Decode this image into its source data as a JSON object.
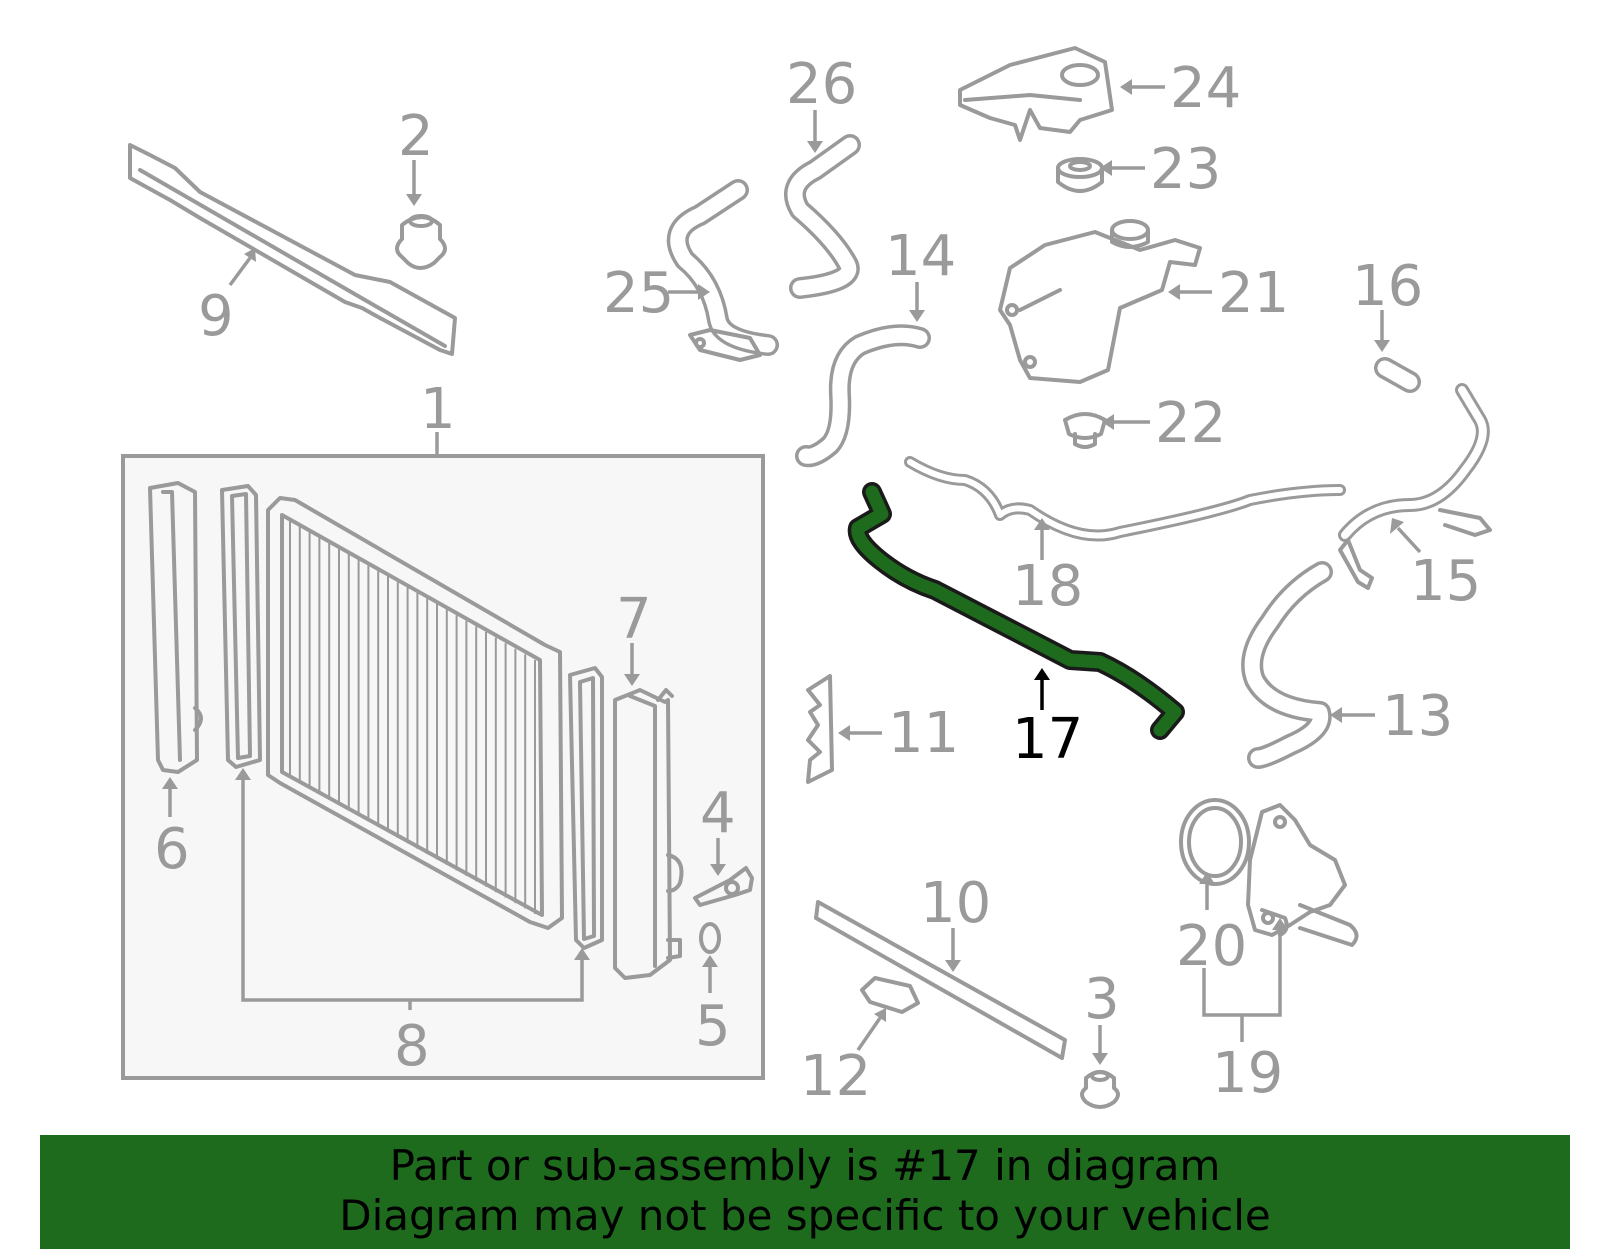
{
  "labels": {
    "p1": "1",
    "p2": "2",
    "p3": "3",
    "p4": "4",
    "p5": "5",
    "p6": "6",
    "p7": "7",
    "p8": "8",
    "p9": "9",
    "p10": "10",
    "p11": "11",
    "p12": "12",
    "p13": "13",
    "p14": "14",
    "p15": "15",
    "p16": "16",
    "p17": "17",
    "p18": "18",
    "p19": "19",
    "p20": "20",
    "p21": "21",
    "p22": "22",
    "p23": "23",
    "p24": "24",
    "p25": "25",
    "p26": "26"
  },
  "highlighted_part": "17",
  "colors": {
    "highlight": "#1e6b1e",
    "parts": "#9a9a9a",
    "banner_text": "#000000"
  },
  "banner": {
    "line1": "Part or sub-assembly is #17 in diagram",
    "line2": "Diagram may not be specific to your vehicle"
  }
}
